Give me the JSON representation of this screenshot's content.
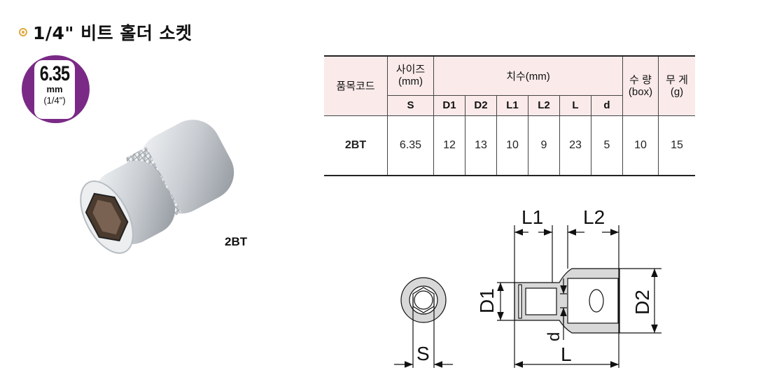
{
  "title": {
    "bullet_icon": "circle-bullet-icon",
    "text": "1/4\" 비트 홀더 소켓",
    "accent_color": "#e0a93a"
  },
  "badge": {
    "size": "6.35",
    "unit": "mm",
    "inch": "(1/4\")",
    "color": "#7a2a86"
  },
  "product_image": {
    "label": "2BT"
  },
  "spec_table": {
    "headers": {
      "code": "품목코드",
      "size": "사이즈\n(mm)",
      "dimensions": "치수(mm)",
      "qty": "수 량\n(box)",
      "weight": "무 게\n(g)",
      "sub": [
        "S",
        "D1",
        "D2",
        "L1",
        "L2",
        "L",
        "d"
      ]
    },
    "rows": [
      {
        "code": "2BT",
        "S": "6.35",
        "D1": "12",
        "D2": "13",
        "L1": "10",
        "L2": "9",
        "L": "23",
        "d": "5",
        "qty": "10",
        "weight": "15"
      }
    ],
    "header_bg": "#fbeaea"
  },
  "drawing": {
    "labels": {
      "S": "S",
      "D1": "D1",
      "D2": "D2",
      "L1": "L1",
      "L2": "L2",
      "L": "L",
      "d": "d"
    }
  }
}
